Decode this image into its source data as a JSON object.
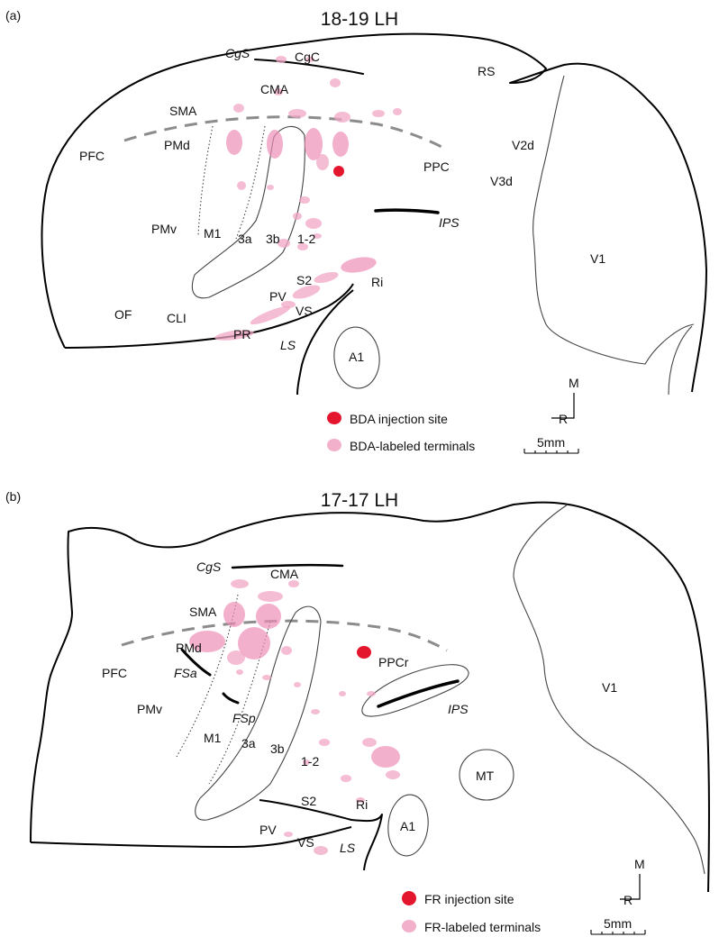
{
  "panel_a": {
    "panel_label": "(a)",
    "title": "18-19 LH",
    "areas": {
      "cgs": "CgS",
      "cgc": "CgC",
      "rs": "RS",
      "cma": "CMA",
      "sma": "SMA",
      "pfc": "PFC",
      "pmd": "PMd",
      "ppc": "PPC",
      "v2d": "V2d",
      "v3d": "V3d",
      "ips": "IPS",
      "pmv": "PMv",
      "m1": "M1",
      "a3a": "3a",
      "a3b": "3b",
      "a12": "1-2",
      "v1": "V1",
      "s2": "S2",
      "ri": "Ri",
      "pv": "PV",
      "of": "OF",
      "cli": "CLI",
      "vs": "VS",
      "pr": "PR",
      "ls": "LS",
      "a1": "A1"
    },
    "legend": {
      "injection": "BDA injection site",
      "terminals": "BDA-labeled terminals"
    },
    "orientation": {
      "m": "M",
      "r": "R"
    },
    "scale": "5mm"
  },
  "panel_b": {
    "panel_label": "(b)",
    "title": "17-17 LH",
    "areas": {
      "cgs": "CgS",
      "cma": "CMA",
      "sma": "SMA",
      "pmd": "PMd",
      "pfc": "PFC",
      "fsa": "FSa",
      "ppcr": "PPCr",
      "v1": "V1",
      "pmv": "PMv",
      "fsp": "FSp",
      "ips": "IPS",
      "m1": "M1",
      "a3a": "3a",
      "a3b": "3b",
      "a12": "1-2",
      "mt": "MT",
      "s2": "S2",
      "ri": "Ri",
      "pv": "PV",
      "vs": "VS",
      "ls": "LS",
      "a1": "A1"
    },
    "legend": {
      "injection": "FR injection site",
      "terminals": "FR-labeled terminals"
    },
    "orientation": {
      "m": "M",
      "r": "R"
    },
    "scale": "5mm"
  },
  "colors": {
    "injection": "#e4162d",
    "terminals": "#f2a7c5",
    "outline": "#000000",
    "boundary_dashed": "#8c8c8c"
  }
}
